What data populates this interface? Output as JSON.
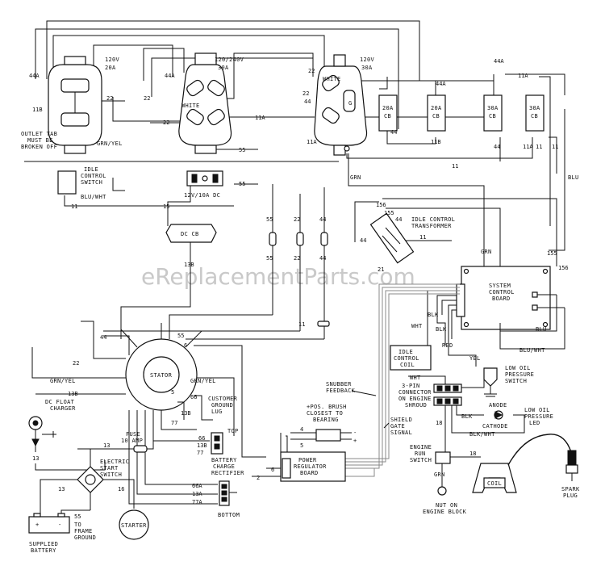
{
  "watermark": "eReplacementParts.com",
  "outlets": {
    "left_rating": [
      "120V",
      "20A"
    ],
    "mid_rating": [
      "120/240V",
      "30A"
    ],
    "right_rating": [
      "120V",
      "30A"
    ],
    "white": "WHITE",
    "ground": "G",
    "tab_note": [
      "OUTLET TAB",
      "MUST BE",
      "BROKEN OFF"
    ]
  },
  "breakers": {
    "cb1": [
      "20A",
      "CB"
    ],
    "cb2": [
      "20A",
      "CB"
    ],
    "cb3": [
      "30A",
      "CB"
    ],
    "cb4": [
      "30A",
      "CB"
    ]
  },
  "components": {
    "idle_switch": [
      "IDLE",
      "CONTROL",
      "SWITCH"
    ],
    "dc_module": "12V/10A DC",
    "dc_cb": "DC CB",
    "idle_transformer": [
      "IDLE CONTROL",
      "TRANSFORMER"
    ],
    "system_board": [
      "SYSTEM",
      "CONTROL",
      "BOARD"
    ],
    "idle_coil": [
      "IDLE",
      "CONTROL",
      "COIL"
    ],
    "stator": "STATOR",
    "snubber": [
      "SNUBBER",
      "FEEDBACK"
    ],
    "brush": [
      "+POS. BRUSH",
      "CLOSEST TO",
      "BEARING"
    ],
    "shield": [
      "SHIELD",
      "GATE",
      "SIGNAL"
    ],
    "power_board": [
      "POWER",
      "REGULATOR",
      "BOARD"
    ],
    "customer_lug": [
      "CUSTOMER",
      "GROUND",
      "LUG"
    ],
    "top": "TOP",
    "bottom": "BOTTOM",
    "rectifier": [
      "BATTERY",
      "CHARGE",
      "RECTIFIER"
    ],
    "dc_float": [
      "DC FLOAT",
      "CHARGER"
    ],
    "fuse": [
      "FUSE",
      "10 AMP"
    ],
    "start_switch": [
      "ELECTRIC",
      "START",
      "SWITCH"
    ],
    "frame_ground": [
      "TO",
      "FRAME",
      "GROUND"
    ],
    "battery": [
      "SUPPLIED",
      "BATTERY"
    ],
    "starter": "STARTER",
    "low_oil_switch": [
      "LOW OIL",
      "PRESSURE",
      "SWITCH"
    ],
    "connector": [
      "3-PIN",
      "CONNECTOR",
      "ON ENGINE",
      "SHROUD"
    ],
    "anode": "ANODE",
    "cathode": "CATHODE",
    "low_oil_led": [
      "LOW OIL",
      "PRESSURE",
      "LED"
    ],
    "engine_run": [
      "ENGINE",
      "RUN",
      "SWITCH"
    ],
    "nut": [
      "NUT ON",
      "ENGINE BLOCK"
    ],
    "coil": "COIL",
    "spark_plug": [
      "SPARK",
      "PLUG"
    ]
  },
  "wire_labels": {
    "w44a": "44A",
    "w44": "44",
    "w11": "11",
    "w11a": "11A",
    "w11b": "11B",
    "w22": "22",
    "w55": "55",
    "w15": "15",
    "w13b": "13B",
    "w6": "6",
    "w4": "4",
    "w2": "2",
    "w5": "5",
    "w66": "66",
    "w13": "13",
    "w13a": "13A",
    "w16": "16",
    "w18": "18",
    "w77": "77",
    "w66a": "66A",
    "w77a": "77A",
    "w155": "155",
    "w156": "156",
    "w21": "21",
    "grn": "GRN",
    "grn_yel": "GRN/YEL",
    "blu": "BLU",
    "blu_wht": "BLU/WHT",
    "blk": "BLK",
    "blk_wht": "BLK/WHT",
    "wht": "WHT",
    "red": "RED",
    "yel": "YEL",
    "minus": "-",
    "plus": "+"
  }
}
